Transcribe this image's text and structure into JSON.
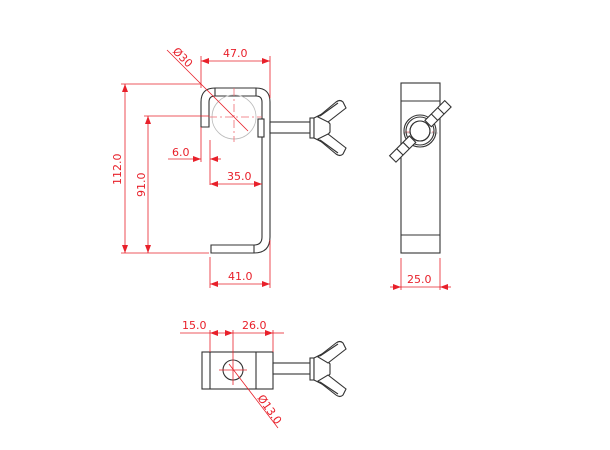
{
  "figure": {
    "subject": "Hook clamp with wing nut - technical drawing",
    "colors": {
      "outline": "#333333",
      "dimension": "#e8202a",
      "centerline": "#ef6a70",
      "background": "#ffffff"
    }
  },
  "views": {
    "side": {
      "dimensions": {
        "hole_diameter": "Ø30",
        "top_width": "47.0",
        "total_height": "112.0",
        "inner_height": "91.0",
        "lip_thickness": "6.0",
        "inner_width": "35.0",
        "bottom_width": "41.0"
      }
    },
    "front": {
      "dimensions": {
        "width": "25.0"
      }
    },
    "top": {
      "dimensions": {
        "edge_to_hole": "15.0",
        "hole_to_end": "26.0",
        "bolt_diameter": "Ø13.0"
      }
    }
  }
}
